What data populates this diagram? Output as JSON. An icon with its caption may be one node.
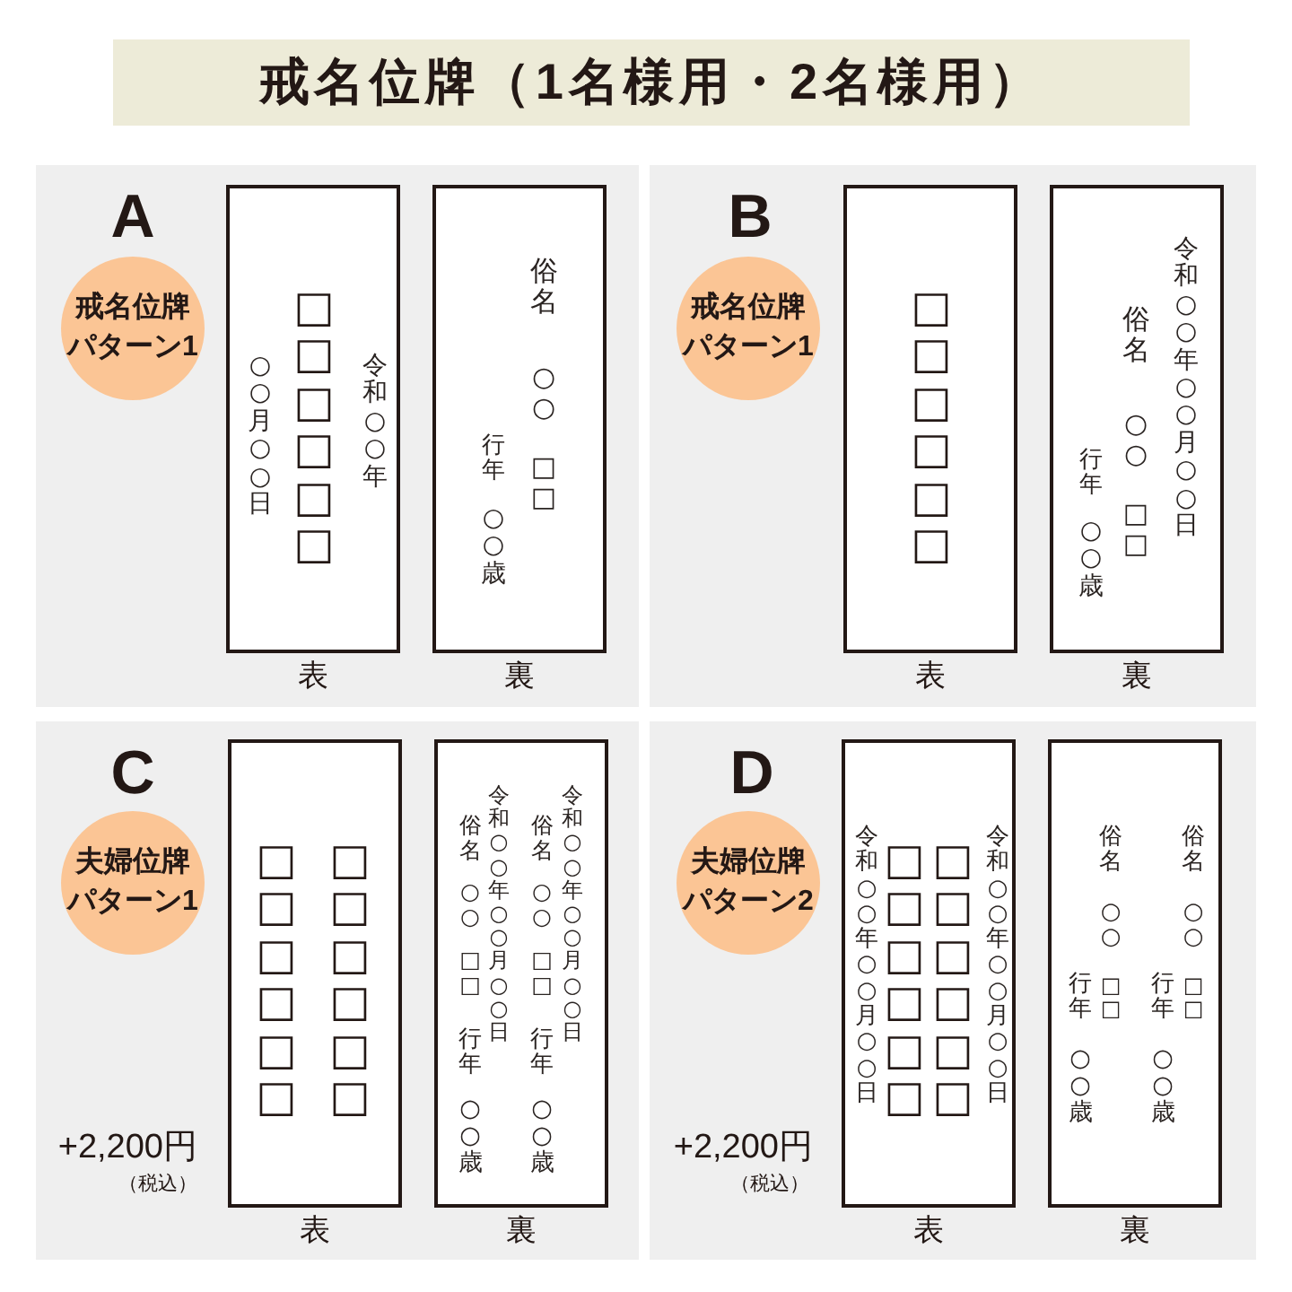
{
  "diagram": {
    "title": "戒名位牌（1名様用・2名様用）",
    "nodes": [
      {
        "text": [
          "A"
        ]
      },
      {
        "text": [
          "戒名位牌パターン1"
        ],
        "in": 0
      },
      {
        "text": [
          "○○月○○日",
          "□□□□□□",
          "令和○○年"
        ],
        "in": 0,
        "beside": [
          "表"
        ]
      },
      {
        "text": [
          "行年",
          "○○歳",
          "俗名",
          "○○",
          "□□"
        ],
        "in": 0,
        "beside": [
          "裏"
        ]
      },
      {
        "text": [
          "B"
        ]
      },
      {
        "text": [
          "戒名位牌パターン1"
        ],
        "in": 4
      },
      {
        "text": [
          "□□□□□□"
        ],
        "in": 4,
        "beside": [
          "表"
        ]
      },
      {
        "text": [
          "行年",
          "○○歳",
          "俗名",
          "○○",
          "□□",
          "令和○○年○○月○○日"
        ],
        "in": 4,
        "beside": [
          "裏"
        ]
      },
      {
        "text": [
          "C",
          "+2,200円",
          "（税込）"
        ]
      },
      {
        "text": [
          "夫婦位牌パターン1"
        ],
        "in": 8
      },
      {
        "text": [
          "□□□□□□",
          "□□□□□□"
        ],
        "in": 8,
        "beside": [
          "表"
        ]
      },
      {
        "text": [
          "俗名",
          "○○",
          "□□",
          "行年",
          "○○歳",
          "令和○○年○○月○○日",
          "俗名",
          "○○",
          "□□",
          "行年",
          "○○歳",
          "令和○○年○○月○○日"
        ],
        "in": 8,
        "beside": [
          "裏"
        ]
      },
      {
        "text": [
          "D",
          "+2,200円",
          "（税込）"
        ]
      },
      {
        "text": [
          "夫婦位牌パターン2"
        ],
        "in": 12
      },
      {
        "text": [
          "令和○○年○○月○○日",
          "□□□□□□",
          "□□□□□□",
          "令和○○年○○月○○日"
        ],
        "in": 12,
        "beside": [
          "表"
        ]
      },
      {
        "text": [
          "行年",
          "○○歳",
          "俗名",
          "○○",
          "□□",
          "行年",
          "○○歳",
          "俗名",
          "○○",
          "□□"
        ],
        "in": 12,
        "beside": [
          "裏"
        ]
      }
    ]
  }
}
